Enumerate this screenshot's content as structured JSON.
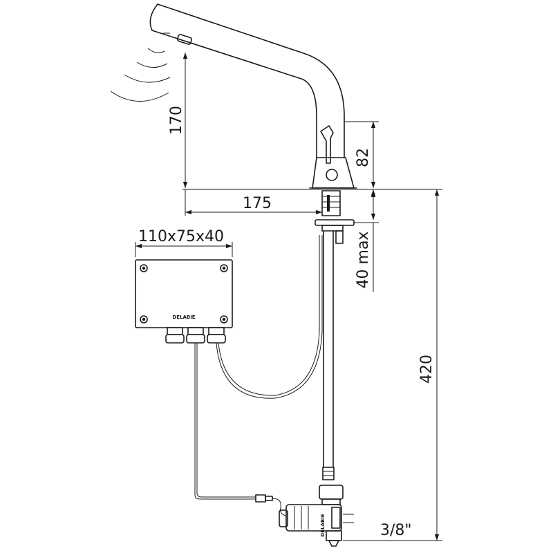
{
  "dimensions": {
    "spout_height": "170",
    "spout_reach": "175",
    "body_height": "82",
    "deck_thickness": "40 max",
    "box_size": "110x75x40",
    "total_length": "420",
    "connection": "3/8\""
  },
  "brand": {
    "box_logo": "DELABIE",
    "valve_logo": "DELABIE"
  }
}
